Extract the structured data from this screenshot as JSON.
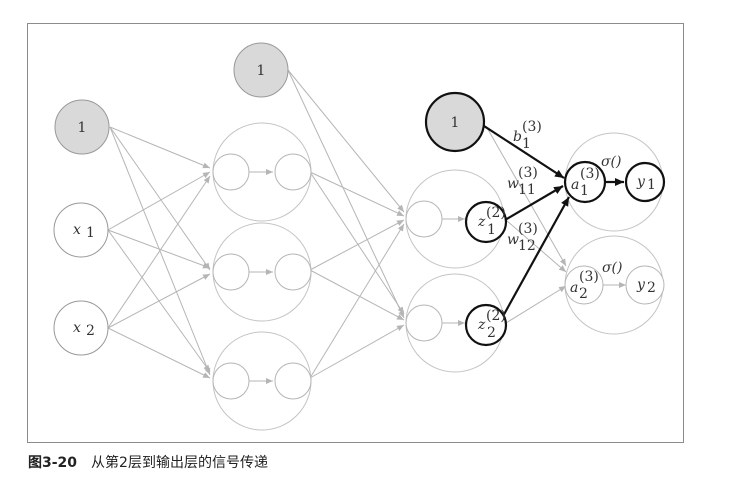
{
  "caption": {
    "figure_number": "图3-20",
    "text": "从第2层到输出层的信号传递"
  },
  "bias_labels": {
    "input": "1",
    "layer1": "1",
    "layer2": "1"
  },
  "inputs": {
    "x1_base": "x",
    "x1_sub": "1",
    "x2_base": "x",
    "x2_sub": "2"
  },
  "layer2": {
    "z1_base": "z",
    "z1_sub": "1",
    "z1_sup": "(2)",
    "z2_base": "z",
    "z2_sub": "2",
    "z2_sup": "(2)"
  },
  "output_layer": {
    "a1_base": "a",
    "a1_sub": "1",
    "a1_sup": "(3)",
    "a2_base": "a",
    "a2_sub": "2",
    "a2_sup": "(3)",
    "sigma1": "σ()",
    "sigma2": "σ()",
    "y1_base": "y",
    "y1_sub": "1",
    "y2_base": "y",
    "y2_sub": "2"
  },
  "weights": {
    "b_base": "b",
    "b_sub": "1",
    "b_sup": "(3)",
    "w11_base": "w",
    "w11_sub": "11",
    "w11_sup": "(3)",
    "w12_base": "w",
    "w12_sub": "12",
    "w12_sup": "(3)"
  },
  "colors": {
    "bias_fill": "#d9d9d9",
    "edge_gray": "#b5b5b5",
    "highlight": "#111111"
  }
}
